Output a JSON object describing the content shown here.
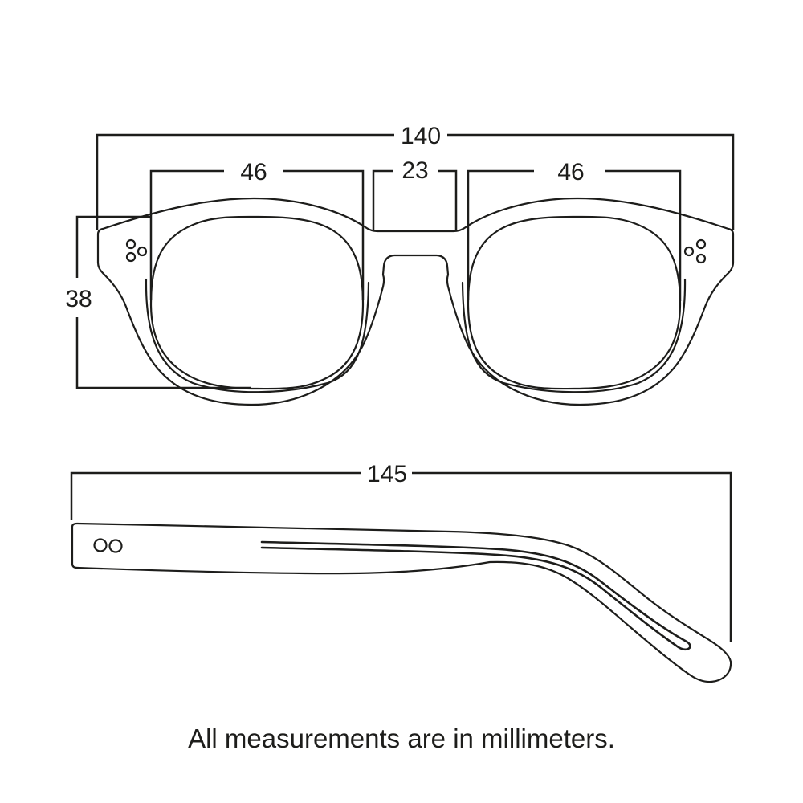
{
  "front_view": {
    "labels": {
      "total_width": "140",
      "left_lens_width": "46",
      "bridge_width": "23",
      "right_lens_width": "46",
      "lens_height": "38"
    }
  },
  "side_view": {
    "labels": {
      "temple_length": "145"
    }
  },
  "caption": {
    "text": "All measurements are in millimeters."
  },
  "measurements_mm": {
    "total_width": 140,
    "lens_width": 46,
    "bridge_width": 23,
    "lens_height": 38,
    "temple_length": 145
  },
  "colors": {
    "line": "#1d1d1b",
    "background": "#ffffff"
  }
}
